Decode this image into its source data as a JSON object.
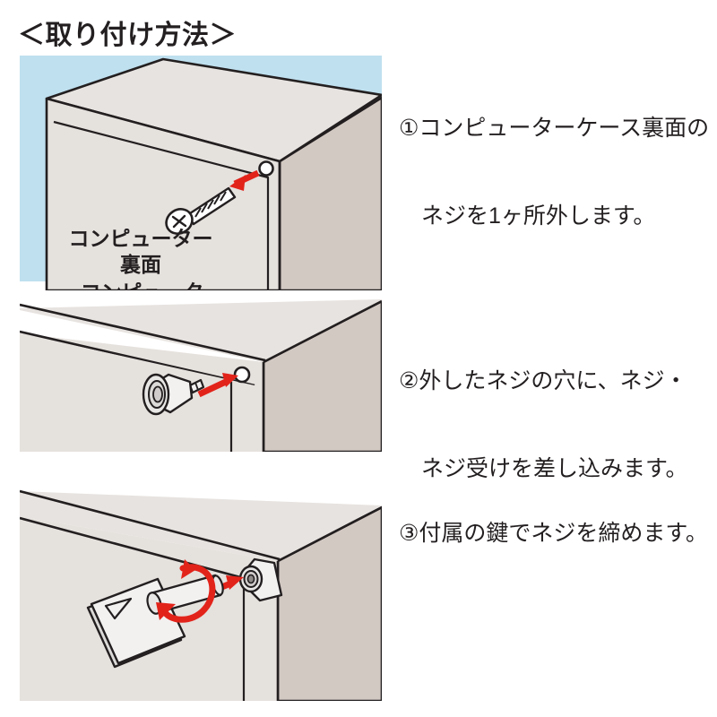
{
  "document": {
    "title": "＜取り付け方法＞",
    "language": "ja",
    "type": "installation-instructions"
  },
  "colors": {
    "ink": "#231f20",
    "arrow_red": "#e2231a",
    "background": "#ffffff",
    "wall_blue": "#bfe0ef",
    "case_top": "#e7e3e0",
    "case_front": "#e5e1dd",
    "case_side": "#d3c9c3",
    "part_light": "#f2f1f0",
    "part_shade": "#dcdad8"
  },
  "steps": [
    {
      "number": "①",
      "marker": "circled-1",
      "text_lines": [
        "①コンピューターケース裏面の",
        "ネジを1ヶ所外します。"
      ],
      "full_text": "①コンピューターケース裏面のネジを1ヶ所外します。",
      "illustration": {
        "name": "computer-case-screw-removal",
        "labels": [
          "コンピューター",
          "裏面"
        ],
        "elements": [
          "computer-case",
          "screw",
          "screw-hole",
          "red-arrow",
          "blue-wall-background"
        ]
      }
    },
    {
      "number": "②",
      "marker": "circled-2",
      "text_lines": [
        "②外したネジの穴に、ネジ・",
        "ネジ受けを差し込みます。"
      ],
      "full_text": "②外したネジの穴に、ネジ・ネジ受けを差し込みます。",
      "illustration": {
        "name": "lock-receiver-insertion",
        "labels": [],
        "elements": [
          "computer-case-corner",
          "lock-knob",
          "screw-hole",
          "red-arrow"
        ]
      }
    },
    {
      "number": "③",
      "marker": "circled-3",
      "text_lines": [
        "③付属の鍵でネジを締めます。"
      ],
      "full_text": "③付属の鍵でネジを締めます。",
      "illustration": {
        "name": "key-tightening",
        "labels": [],
        "elements": [
          "computer-case-corner",
          "installed-lock",
          "key",
          "key-shaft",
          "rotation-arrow",
          "red-arrow"
        ]
      }
    }
  ]
}
